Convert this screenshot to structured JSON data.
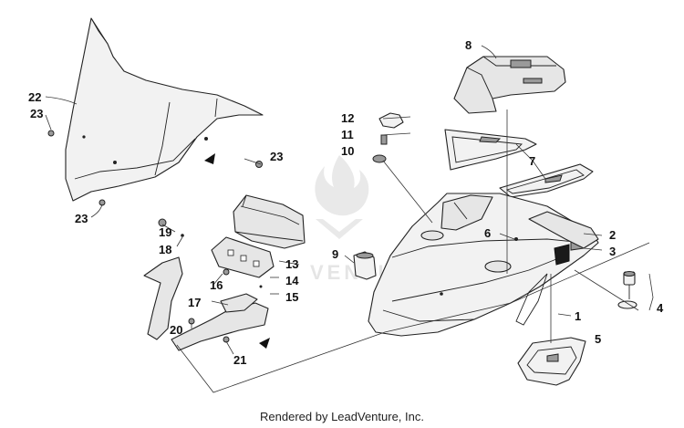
{
  "credit": "Rendered by LeadVenture, Inc.",
  "watermark": {
    "text": "VENTURE"
  },
  "callouts": {
    "c1": "1",
    "c2": "2",
    "c3": "3",
    "c4": "4",
    "c5": "5",
    "c6": "6",
    "c7": "7",
    "c8": "8",
    "c9": "9",
    "c10": "10",
    "c11": "11",
    "c12": "12",
    "c13": "13",
    "c14": "14",
    "c15": "15",
    "c16": "16",
    "c17": "17",
    "c18": "18",
    "c19": "19",
    "c20": "20",
    "c21": "21",
    "c22": "22",
    "c23a": "23",
    "c23b": "23",
    "c23c": "23"
  }
}
